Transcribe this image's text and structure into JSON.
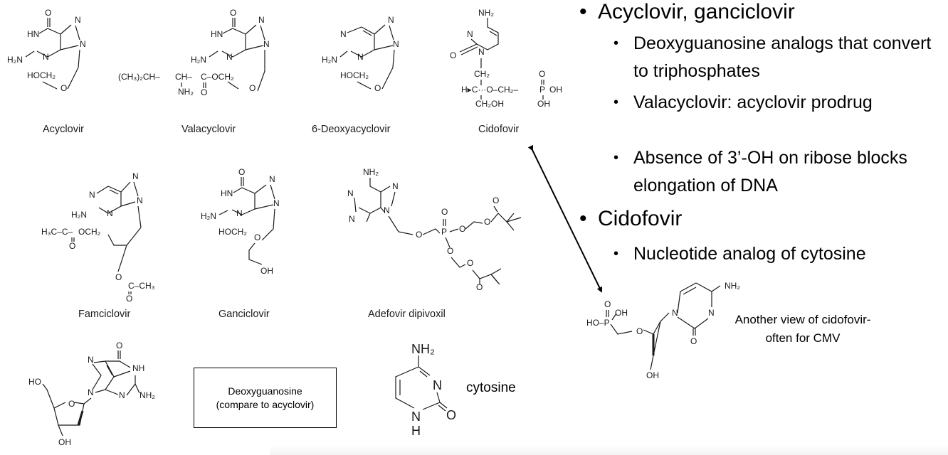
{
  "slide": {
    "bullets": [
      {
        "text": "Acyclovir, ganciclovir",
        "sub": [
          "Deoxyguanosine analogs that convert to triphosphates",
          "Valacyclovir: acyclovir prodrug",
          "Absence of 3’-OH on ribose blocks elongation of DNA"
        ]
      },
      {
        "text": "Cidofovir",
        "sub": [
          "Nucleotide analog of cytosine"
        ]
      }
    ],
    "another_view": "Another view of cidofovir-often for CMV",
    "deoxyguanosine_box": {
      "line1": "Deoxyguanosine",
      "line2": "(compare to acyclovir)"
    },
    "cytosine_label": "cytosine"
  },
  "structures": {
    "acyclovir": "Acyclovir",
    "valacyclovir": "Valacyclovir",
    "deoxyacyclovir": "6-Deoxyacyclovir",
    "cidofovir": "Cidofovir",
    "famciclovir": "Famciclovir",
    "ganciclovir": "Ganciclovir",
    "adefovir": "Adefovir dipivoxil"
  },
  "atoms": {
    "O": "O",
    "N": "N",
    "HN": "HN",
    "H2N": "H₂N",
    "NH2": "NH₂",
    "NH": "NH",
    "H": "H",
    "HOCH2": "HOCH₂",
    "OH": "OH",
    "HO": "HO",
    "P": "P",
    "C": "C",
    "CH2": "CH₂",
    "CH2OH": "CH₂OH",
    "H3C": "H₃C",
    "CH3": "CH₃",
    "OCH2": "OCH₂",
    "CH3_2CH": "(CH₃)₂CH–",
    "CH": "CH–",
    "COCH2": "C–OCH₂",
    "HC_O": "H▸C···O–CH₂–",
    "H3C_C": "H₃C–C–",
    "C_CH3": "C–CH₃",
    "HO_P": "HO–P"
  },
  "colors": {
    "text": "#000000",
    "structure": "#1a1a1a",
    "background": "#ffffff"
  }
}
